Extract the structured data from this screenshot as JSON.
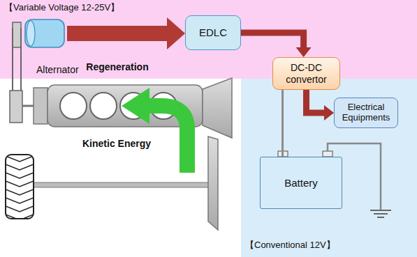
{
  "diagram": {
    "nodes": [
      {
        "text": [
          "【Variable Voltage 12-25V】"
        ]
      },
      {
        "text": [
          "Alternator"
        ],
        "in": 0
      },
      {
        "text": [
          "EDLC"
        ],
        "in": 0
      },
      {
        "text": [
          "DC-DC convertor"
        ]
      },
      {
        "text": [
          "【Conventional 12V】"
        ]
      },
      {
        "text": [
          "Electrical Equipments"
        ],
        "in": 4
      },
      {
        "text": [
          "Battery"
        ],
        "in": 4
      }
    ],
    "edges": [
      {
        "from": 1,
        "to": 2,
        "arrow": "to",
        "label": "Regeneration"
      },
      {
        "from": 2,
        "to": 3,
        "arrow": "to"
      },
      {
        "from": 3,
        "to": 5,
        "arrow": "to"
      },
      {
        "from": 3,
        "to": 6,
        "arrow": "none"
      }
    ],
    "labels": [
      "Kinetic Energy"
    ]
  }
}
